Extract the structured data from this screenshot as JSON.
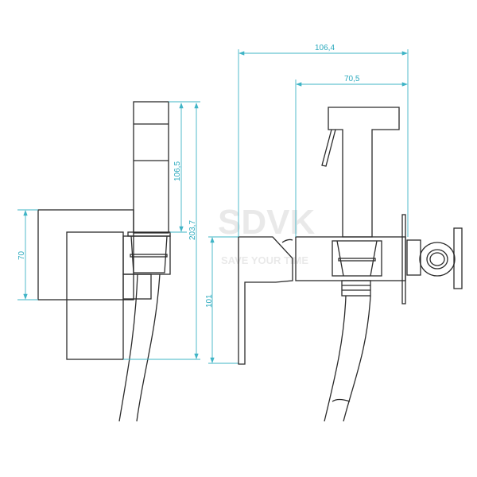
{
  "dimensions": {
    "plate_height": "70",
    "handset_height": "106,5",
    "total_height": "203,7",
    "bracket_height": "101",
    "total_depth": "106,4",
    "body_depth": "70,5"
  },
  "watermark": {
    "logo": "SDVK",
    "slogan": "SAVE YOUR TIME"
  },
  "colors": {
    "outline": "#2b2b2b",
    "dimension": "#3fb4c6"
  }
}
